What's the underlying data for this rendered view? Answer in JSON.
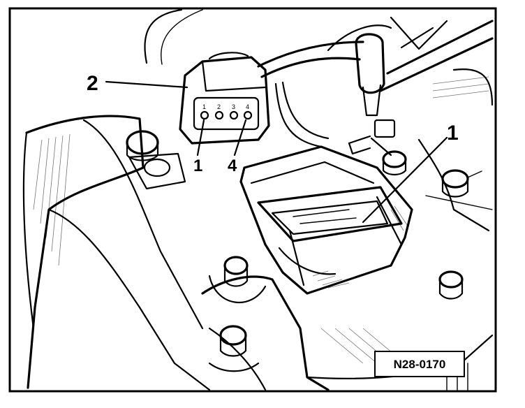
{
  "labels": {
    "callout_2": "2",
    "callout_1_top": "1",
    "pin_1": "1",
    "pin_4": "4",
    "connector_pin_marks": [
      "1",
      "2",
      "3",
      "4"
    ]
  },
  "reference_code": "N28-0170",
  "colors": {
    "ink": "#000000",
    "paper": "#ffffff"
  }
}
